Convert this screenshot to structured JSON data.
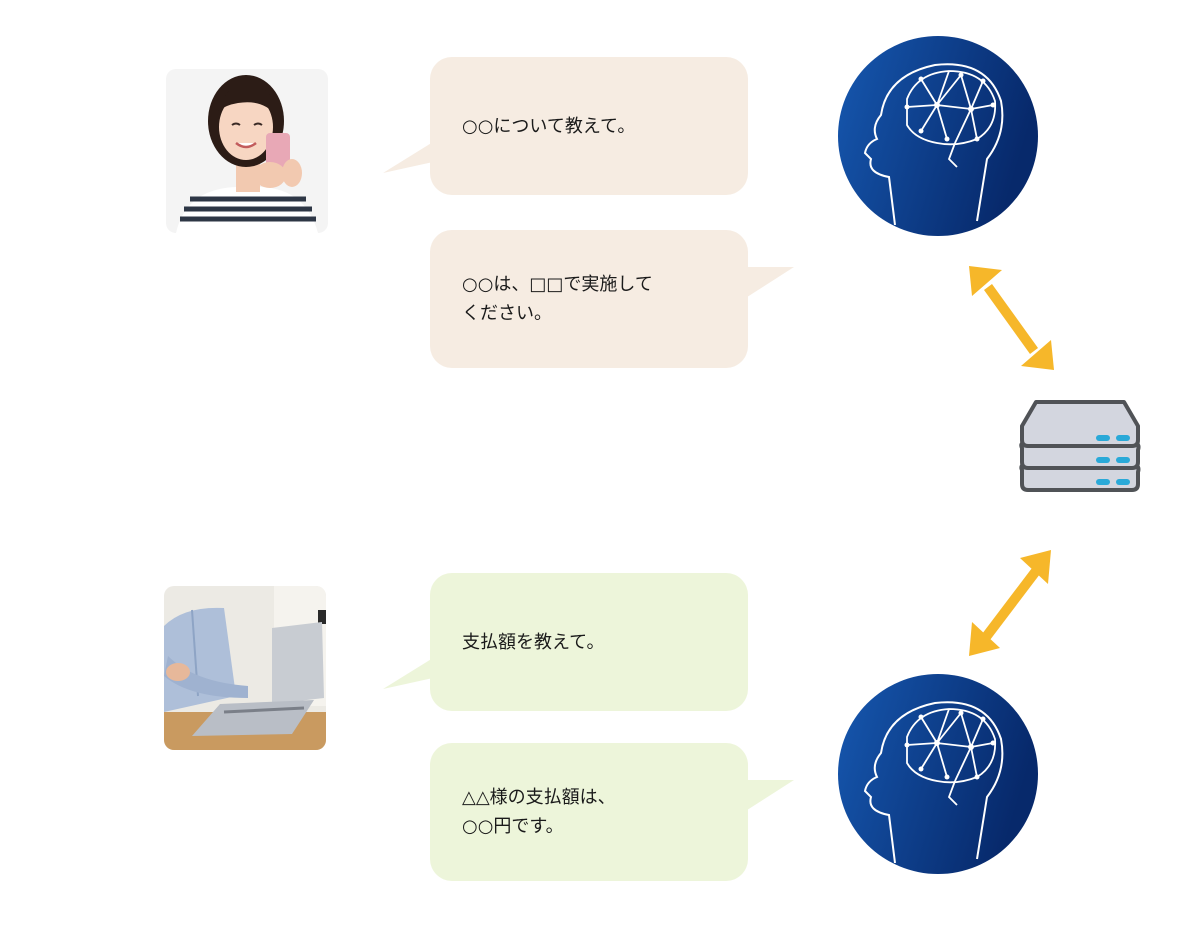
{
  "conversations": [
    {
      "user": "woman-with-smartphone",
      "bubble_color": "#f6ece2",
      "question": "○○について教えて。",
      "answer": "○○は、□□で実施して\nください。"
    },
    {
      "user": "man-with-laptop",
      "bubble_color": "#edf5da",
      "question": "支払額を教えて。",
      "answer": "△△様の支払額は、\n○○円です。"
    }
  ],
  "icons": {
    "ai": "ai-brain-head-icon",
    "server": "server-stack-icon",
    "arrows": "bidirectional-arrow-icon"
  },
  "colors": {
    "ai_blue_dark": "#07296b",
    "ai_blue_light": "#1658b0",
    "arrow_yellow": "#f6b72a",
    "server_gray": "#d3d6df",
    "server_led": "#29a9d8"
  }
}
